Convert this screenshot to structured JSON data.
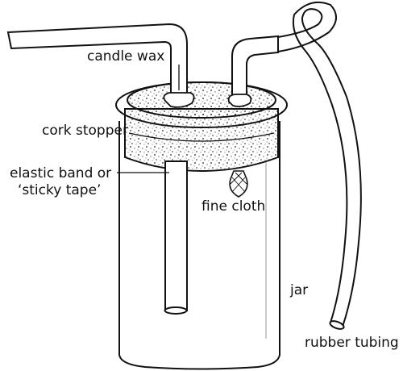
{
  "labels": {
    "candle_wax": "candle wax",
    "cork_stopper": "cork stopper",
    "elastic_band_line1": "elastic band or",
    "elastic_band_line2": "‘sticky tape’",
    "fine_cloth": "fine cloth",
    "jar": "jar",
    "rubber_tubing": "rubber tubing"
  },
  "colors": {
    "ink": "#111111",
    "background": "#ffffff",
    "cork_fill": "#ffffff"
  }
}
